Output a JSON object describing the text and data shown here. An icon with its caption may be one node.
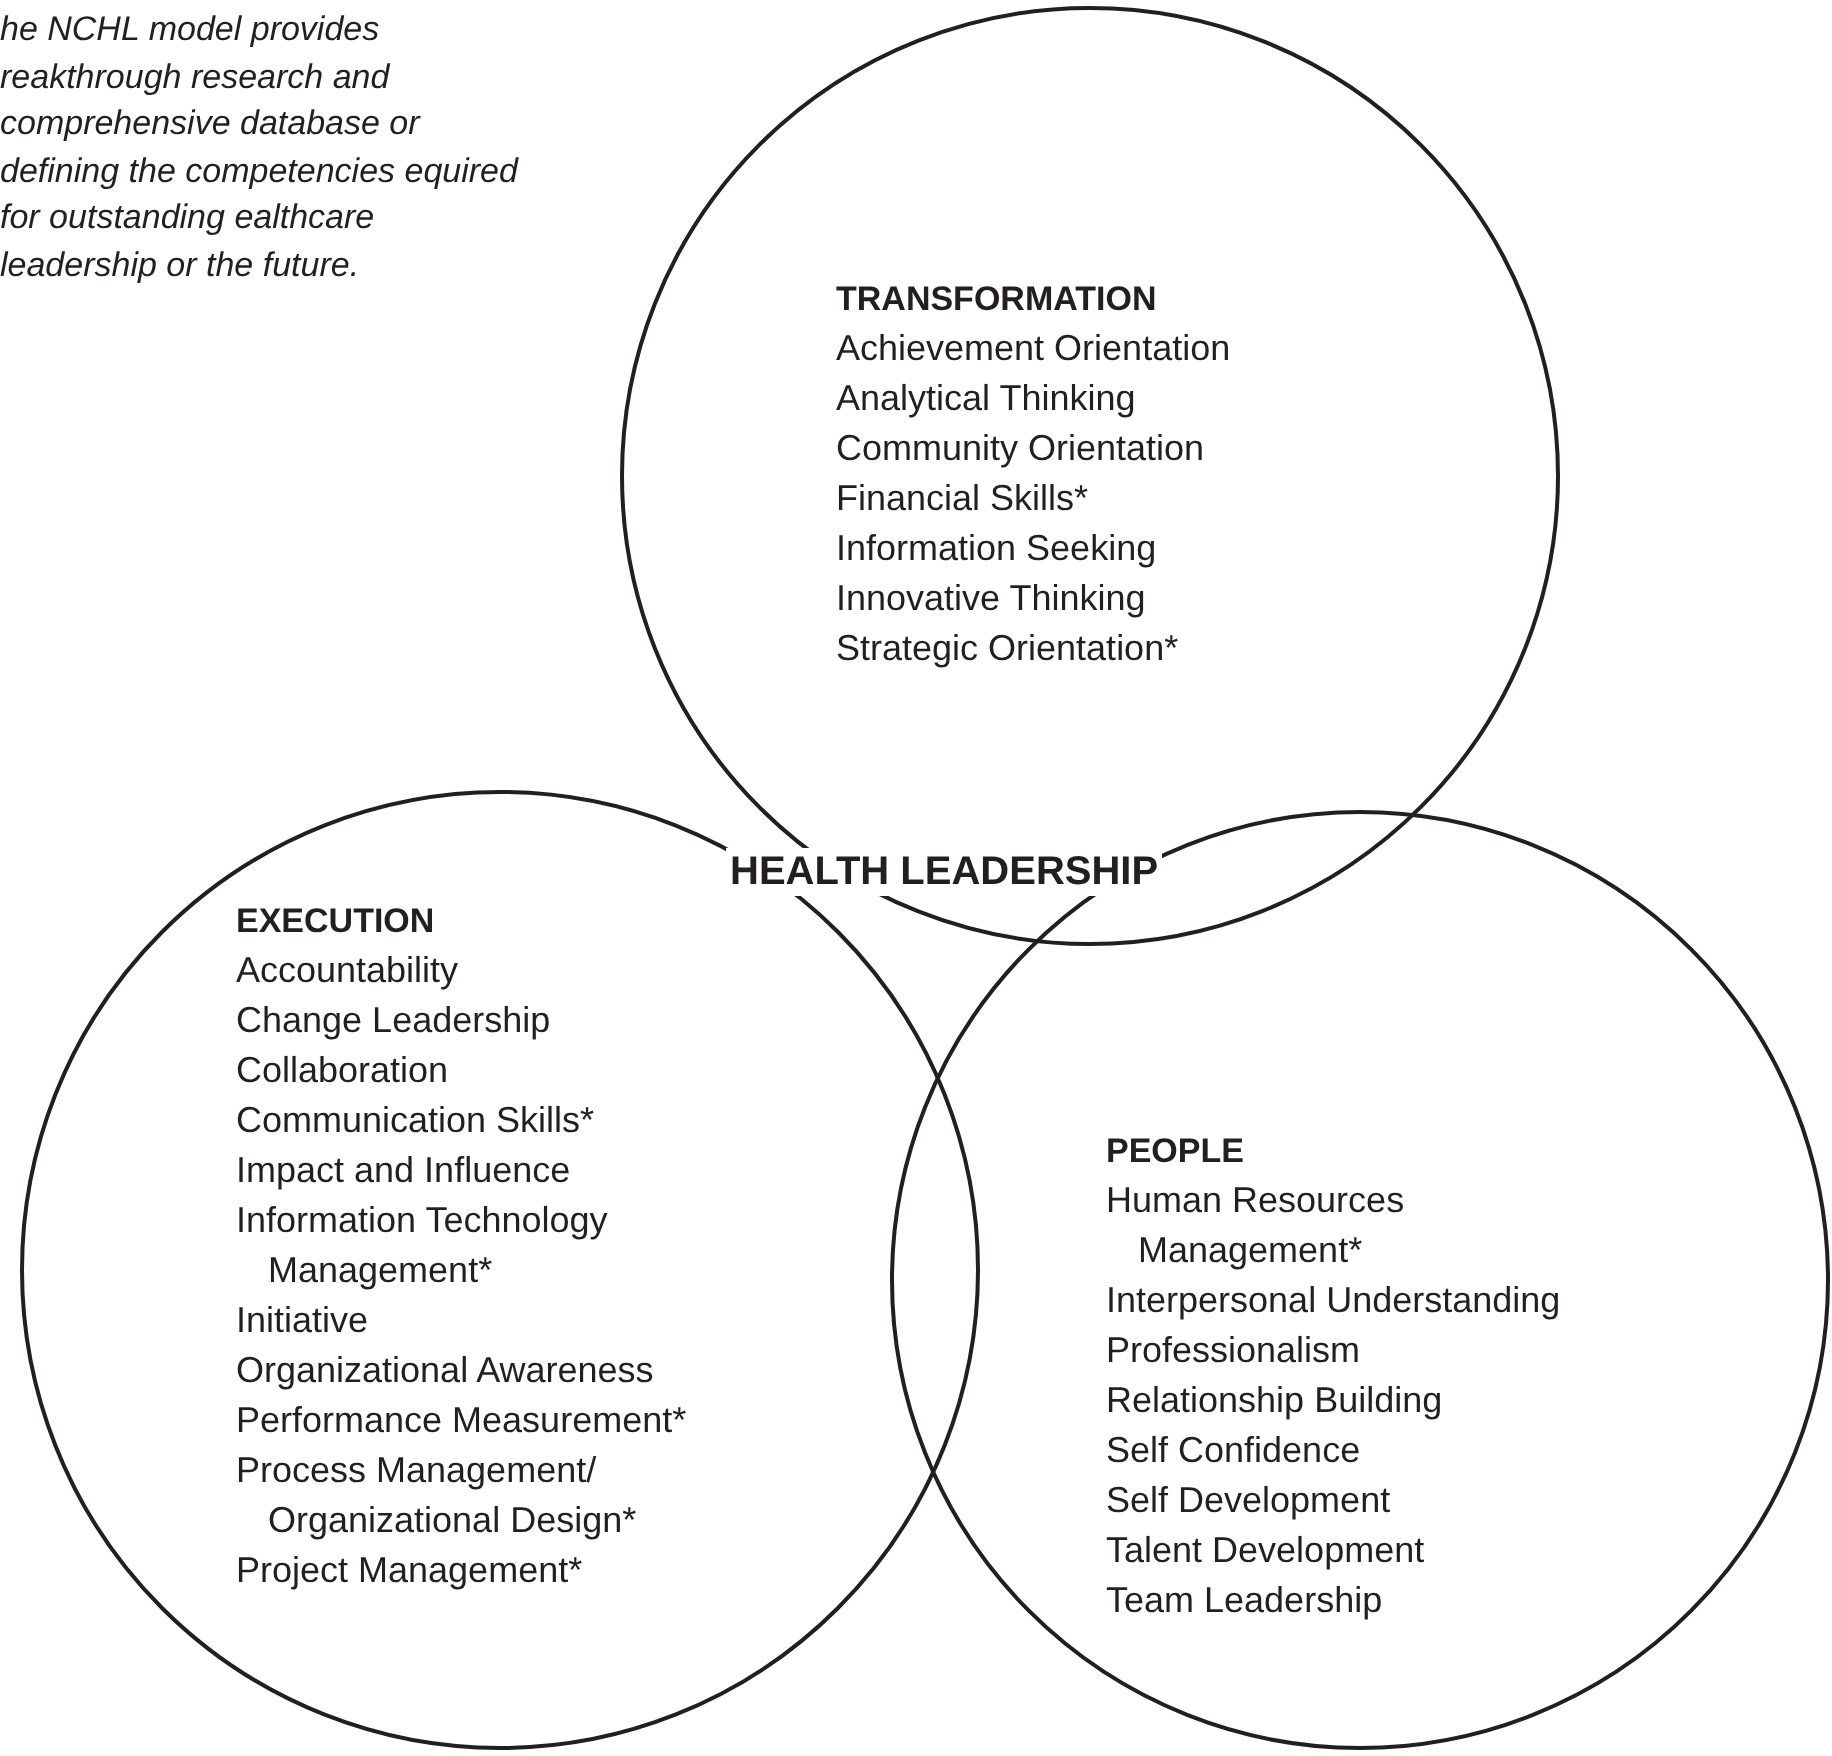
{
  "diagram": {
    "nodes": [
      {
        "text": [
          "TRANSFORMATION",
          "Achievement Orientation",
          "Analytical Thinking",
          "Community Orientation",
          "Financial Skills*",
          "Information Seeking",
          "Innovative Thinking",
          "Strategic Orientation*"
        ]
      },
      {
        "text": [
          "EXECUTION",
          "Accountability",
          "Change Leadership",
          "Collaboration",
          "Communication Skills*",
          "Impact and Influence",
          "Information Technology Management*",
          "Initiative",
          "Organizational Awareness",
          "Performance Measurement*",
          "Process Management/ Organizational Design*",
          "Project Management*"
        ]
      },
      {
        "text": [
          "PEOPLE",
          "Human Resources Management*",
          "Interpersonal Understanding",
          "Professionalism",
          "Relationship Building",
          "Self Confidence",
          "Self Development",
          "Talent Development",
          "Team Leadership"
        ]
      }
    ],
    "labels": [
      "he NCHL model provides reakthrough research and comprehensive database or defining the competencies equired for outstanding ealthcare leadership or the future.",
      "HEALTH LEADERSHIP"
    ]
  }
}
